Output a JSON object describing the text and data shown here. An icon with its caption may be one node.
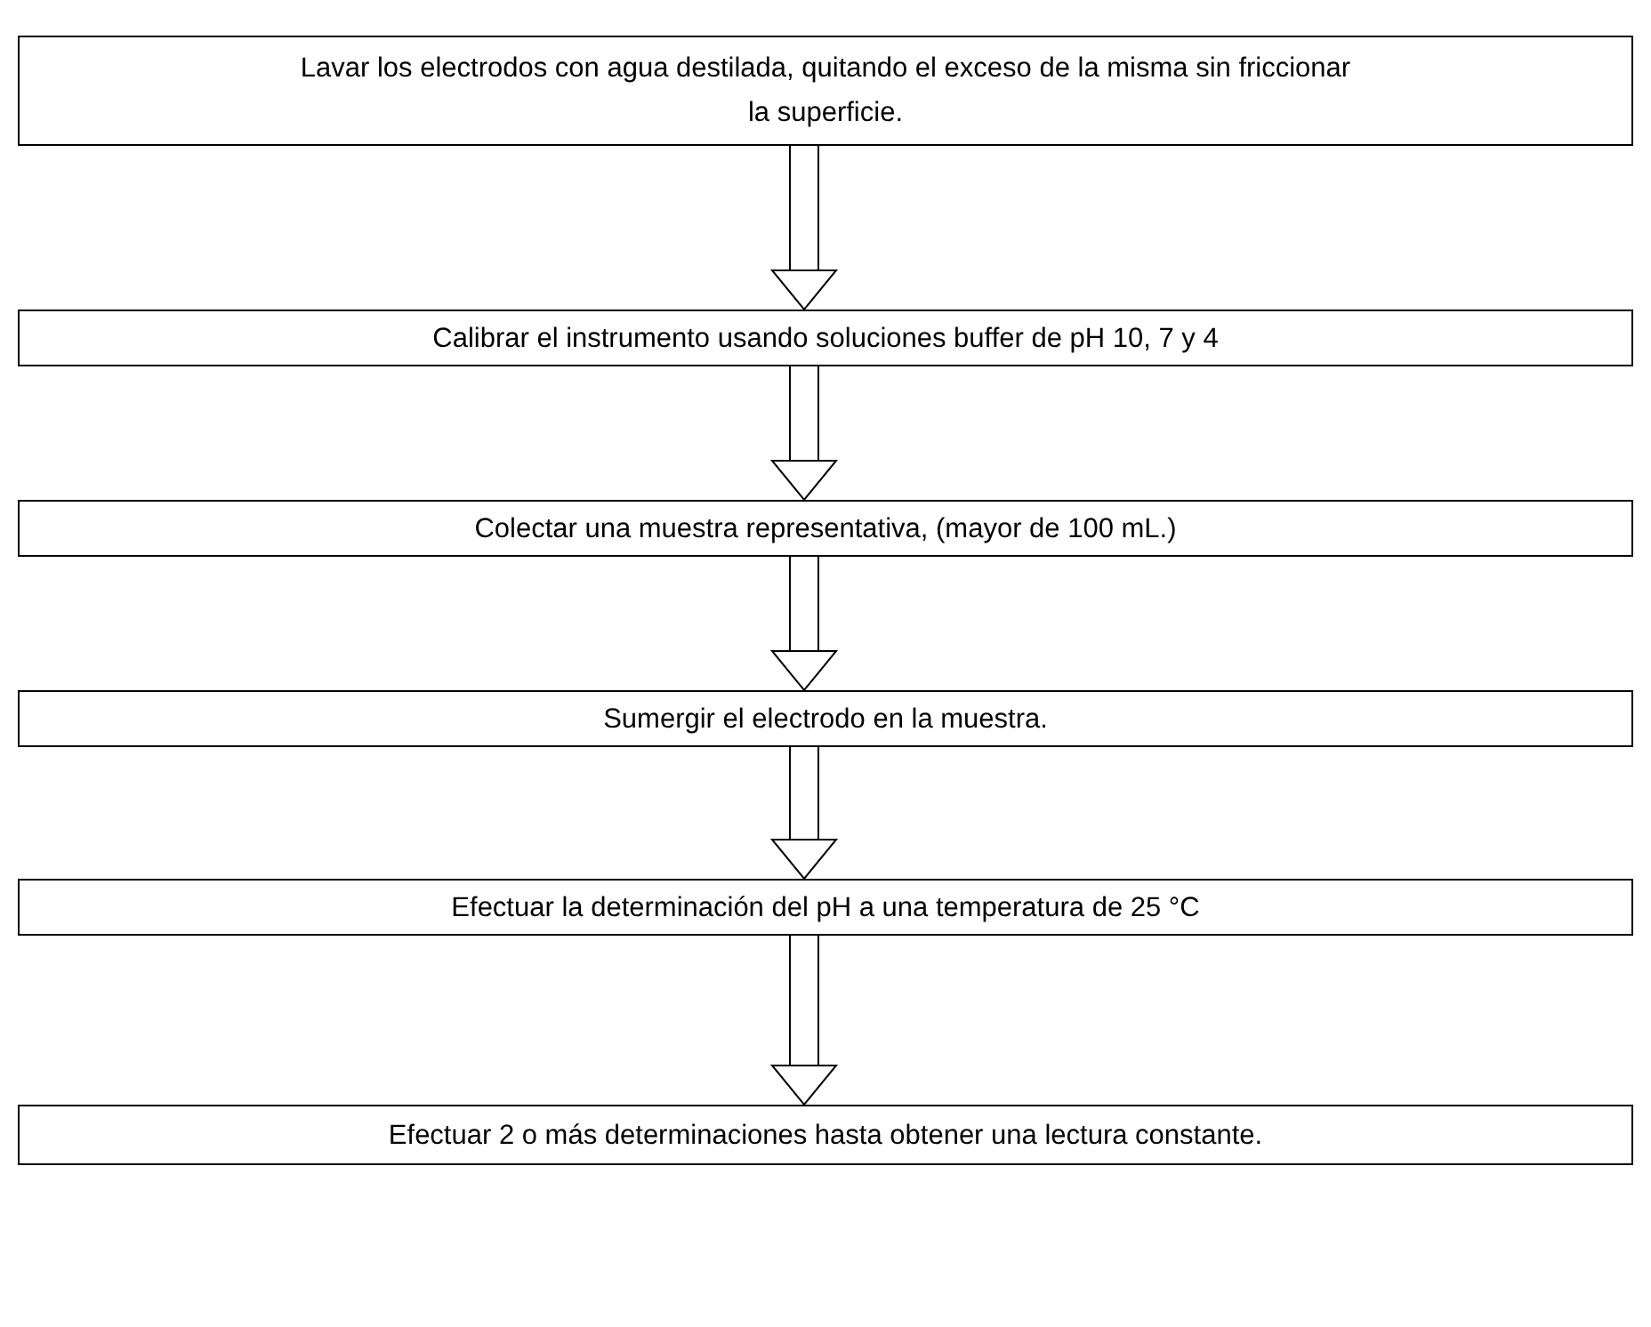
{
  "diagram": {
    "nodes": [
      {
        "text": [
          "Lavar los electrodos con agua destilada, quitando el exceso de la misma sin friccionar la superficie."
        ]
      },
      {
        "text": [
          "Calibrar el instrumento usando soluciones buffer de pH 10, 7 y 4"
        ]
      },
      {
        "text": [
          "Colectar una muestra representativa, (mayor de 100 mL.)"
        ]
      },
      {
        "text": [
          "Sumergir el electrodo en la muestra."
        ]
      },
      {
        "text": [
          "Efectuar la determinación del pH a una temperatura de 25 °C"
        ]
      },
      {
        "text": [
          "Efectuar 2 o más determinaciones hasta obtener una lectura constante."
        ]
      }
    ],
    "edges": [
      {
        "from": 0,
        "to": 1,
        "arrow": "to"
      },
      {
        "from": 1,
        "to": 2,
        "arrow": "to"
      },
      {
        "from": 2,
        "to": 3,
        "arrow": "to"
      },
      {
        "from": 3,
        "to": 4,
        "arrow": "to"
      },
      {
        "from": 4,
        "to": 5,
        "arrow": "to"
      }
    ]
  }
}
